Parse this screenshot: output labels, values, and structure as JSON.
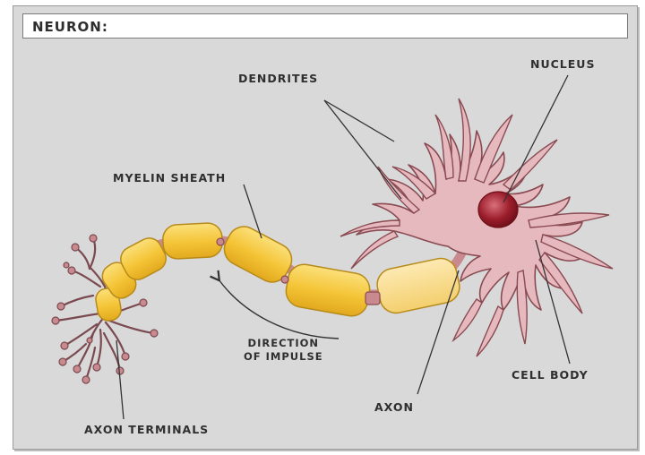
{
  "title": "NEURON:",
  "labels": {
    "dendrites": "DENDRITES",
    "nucleus": "NUCLEUS",
    "myelin_sheath": "MYELIN SHEATH",
    "direction_line1": "DIRECTION",
    "direction_line2": "OF IMPULSE",
    "cell_body": "CELL BODY",
    "axon": "AXON",
    "axon_terminals": "AXON TERMINALS"
  },
  "colors": {
    "background": "#d9d9d9",
    "cell_body": "#e6b9be",
    "cell_outline": "#8a4a52",
    "nucleus": "#9c1e2c",
    "myelin": "#f5c63a",
    "myelin_outline": "#b78a1a",
    "node": "#c98a8f"
  }
}
